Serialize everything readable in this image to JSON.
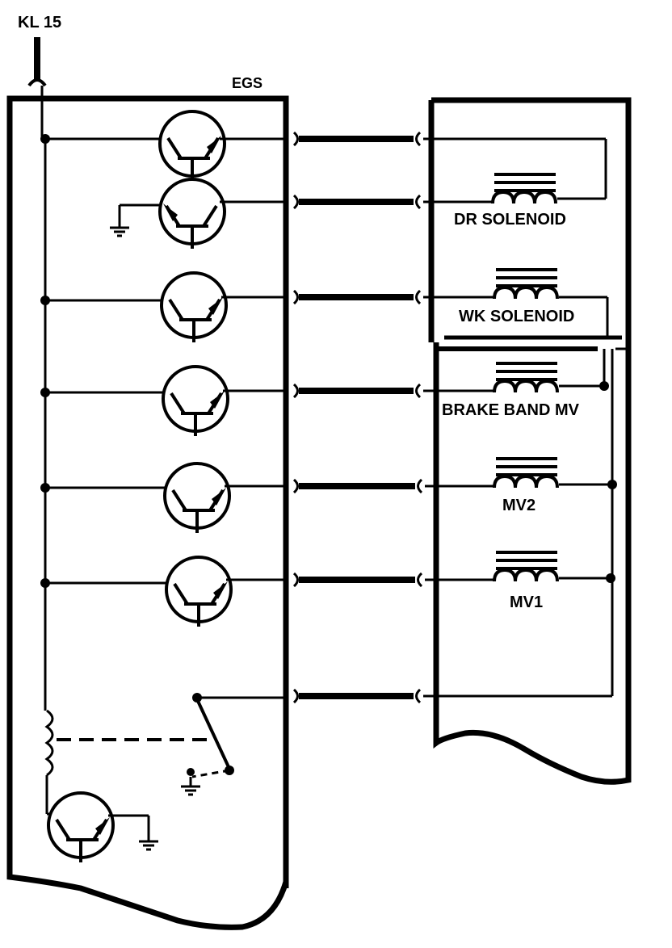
{
  "labels": {
    "supply": "KL 15",
    "control_unit": "EGS",
    "dr_solenoid": "DR SOLENOID",
    "wk_solenoid": "WK SOLENOID",
    "brake_band": "BRAKE BAND MV",
    "mv2": "MV2",
    "mv1": "MV1"
  },
  "colors": {
    "ink": "#000000",
    "paper": "#ffffff"
  }
}
